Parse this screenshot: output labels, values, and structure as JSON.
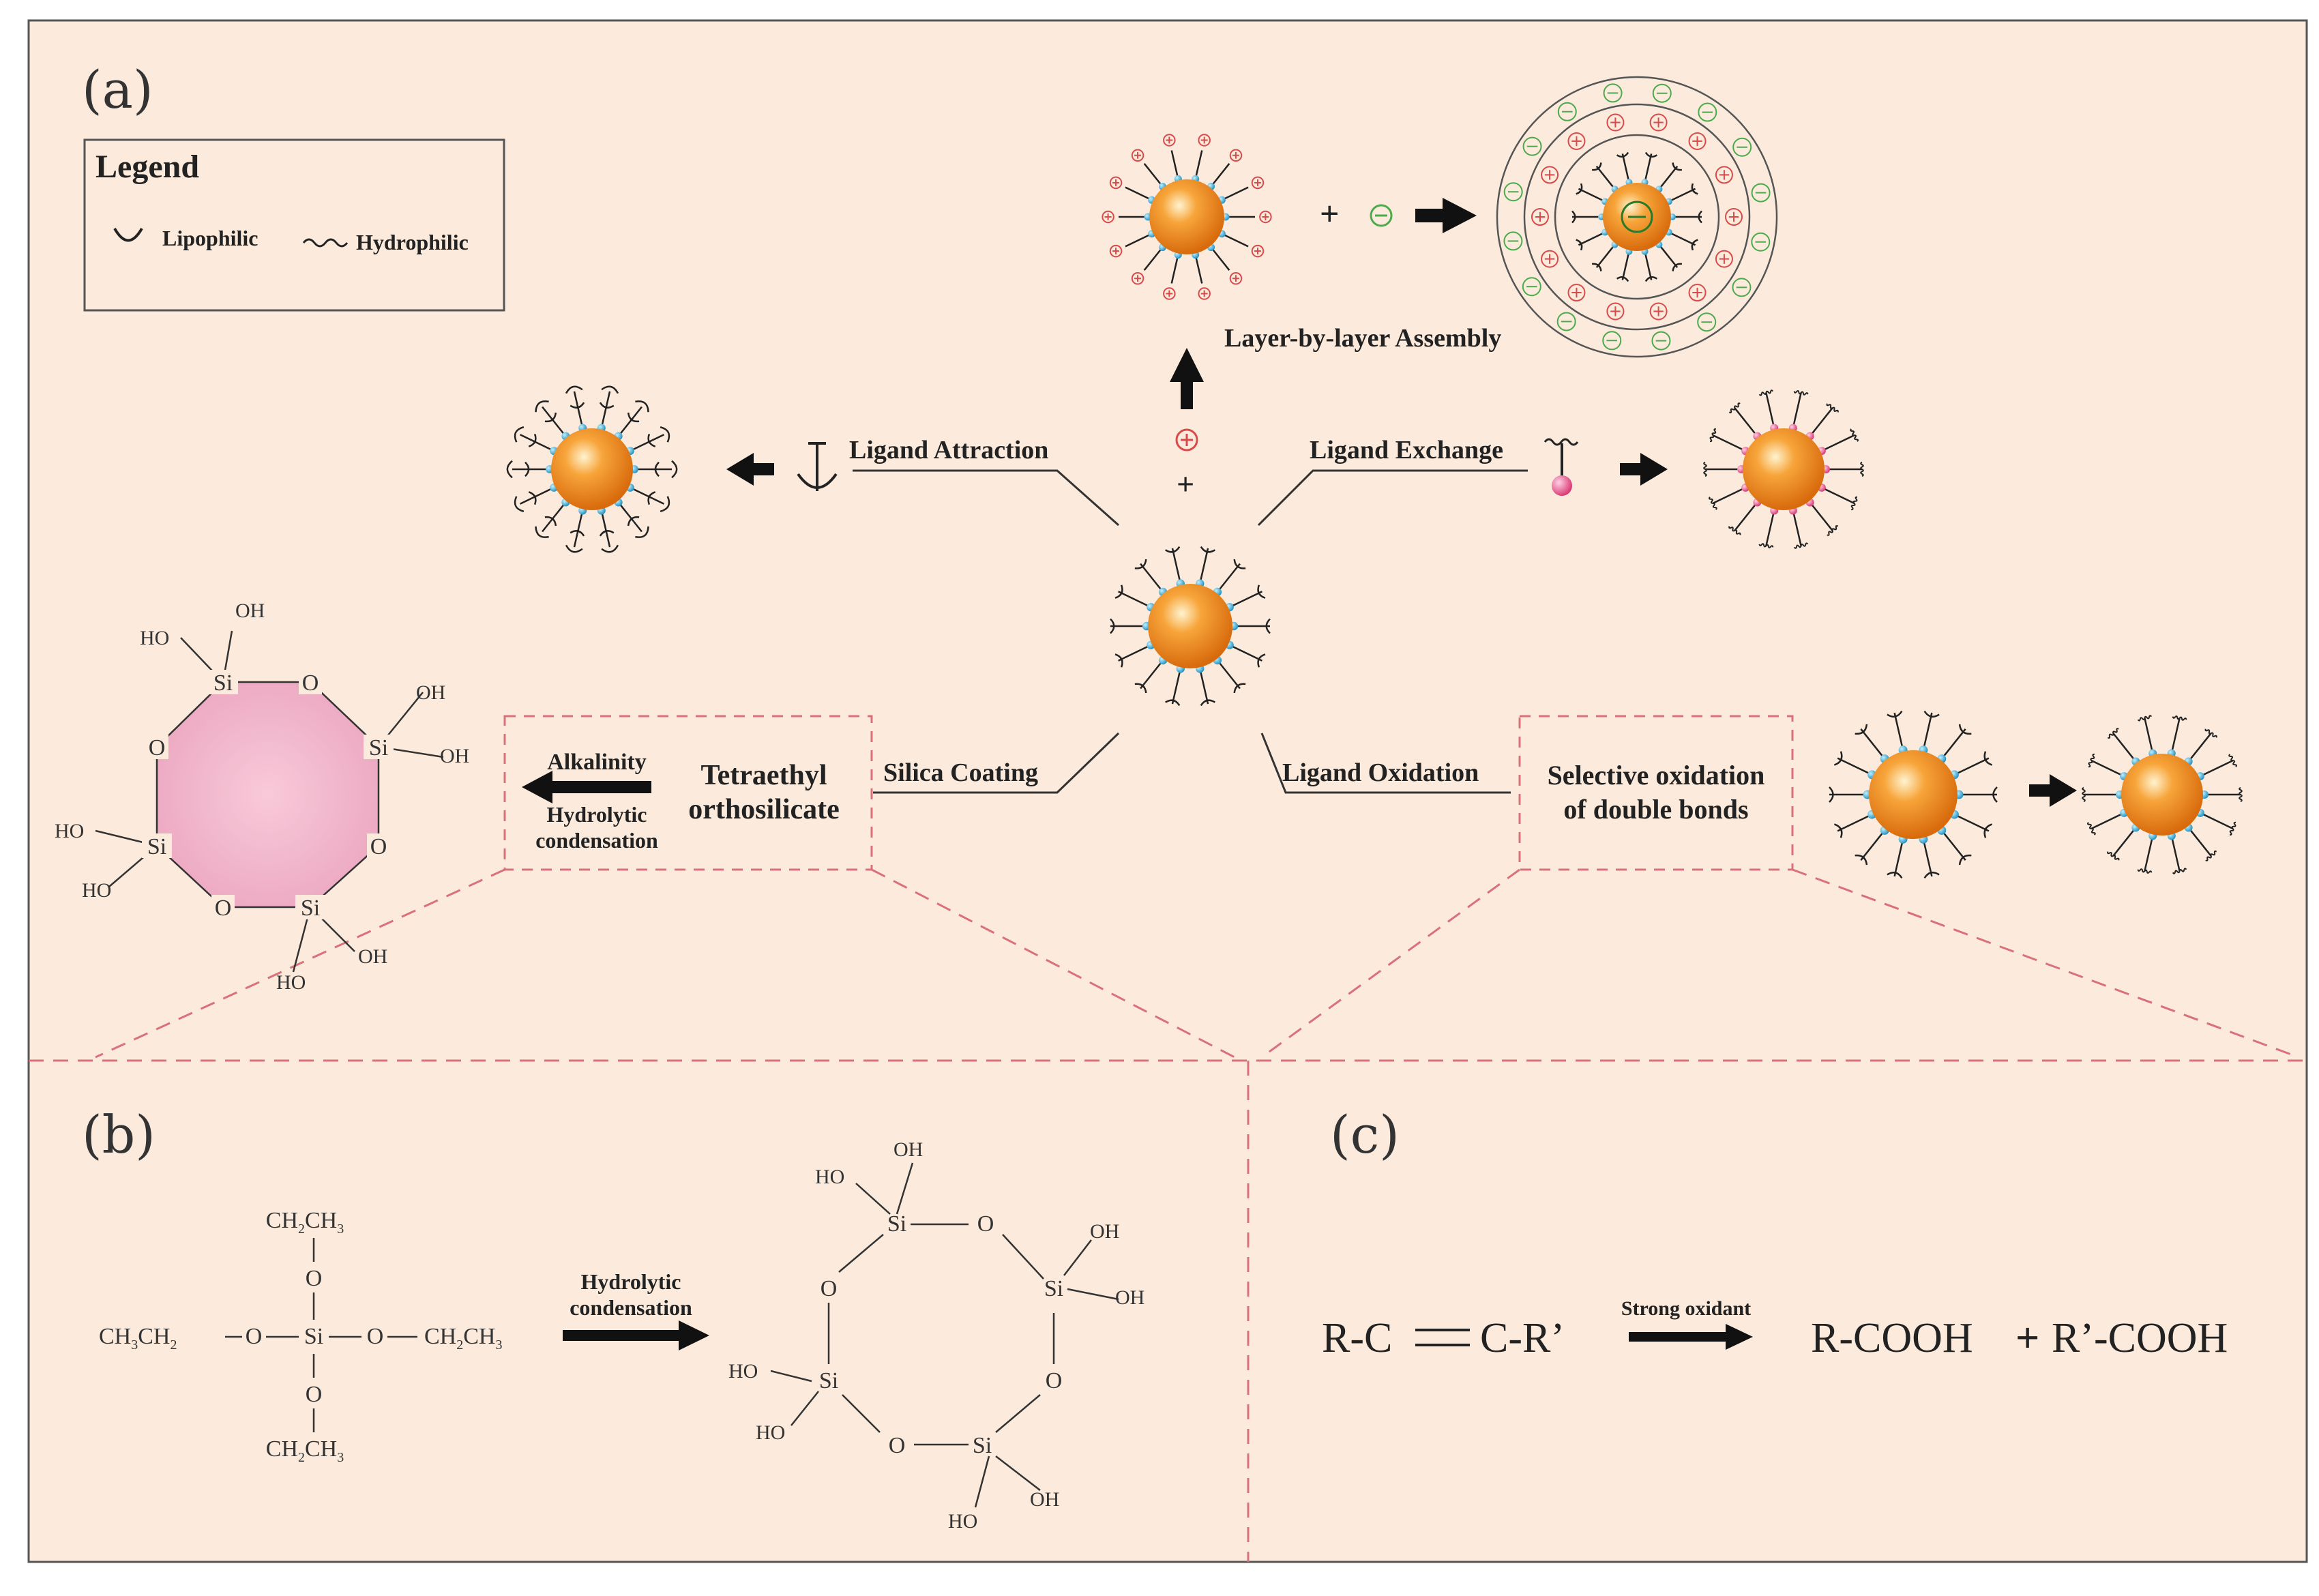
{
  "panels": {
    "a": "(a)",
    "b": "(b)",
    "c": "(c)"
  },
  "legend": {
    "title": "Legend",
    "lipophilic": "Lipophilic",
    "hydrophilic": "Hydrophilic"
  },
  "panel_a": {
    "layer_by_layer": "Layer-by-layer Assembly",
    "ligand_attraction": "Ligand Attraction",
    "ligand_exchange": "Ligand Exchange",
    "silica_coating": "Silica Coating",
    "ligand_oxidation": "Ligand Oxidation",
    "teos_line1": "Tetraethyl",
    "teos_line2": "orthosilicate",
    "alkalinity": "Alkalinity",
    "hydrolytic": "Hydrolytic",
    "condensation": "condensation",
    "selective_line1": "Selective oxidation",
    "selective_line2": "of double bonds",
    "plus": "+"
  },
  "panel_b": {
    "ch2ch3": "CH",
    "arrow_line1": "Hydrolytic",
    "arrow_line2": "condensation",
    "si": "Si",
    "o": "O",
    "oh": "OH",
    "ho": "HO"
  },
  "panel_c": {
    "reactant_left": "R-C",
    "reactant_right": "C-R’",
    "oxidant": "Strong oxidant",
    "product1": "R-COOH",
    "plus": "+",
    "product2": "R’-COOH"
  },
  "colors": {
    "background": "#fcebdc",
    "border": "#555555",
    "dashed": "#d9707a",
    "particle": "#f08a1c",
    "bead": "#2aa6d0",
    "positive": "#d94a4a",
    "negative": "#4caa4c",
    "exchange_head": "#e0407a"
  }
}
